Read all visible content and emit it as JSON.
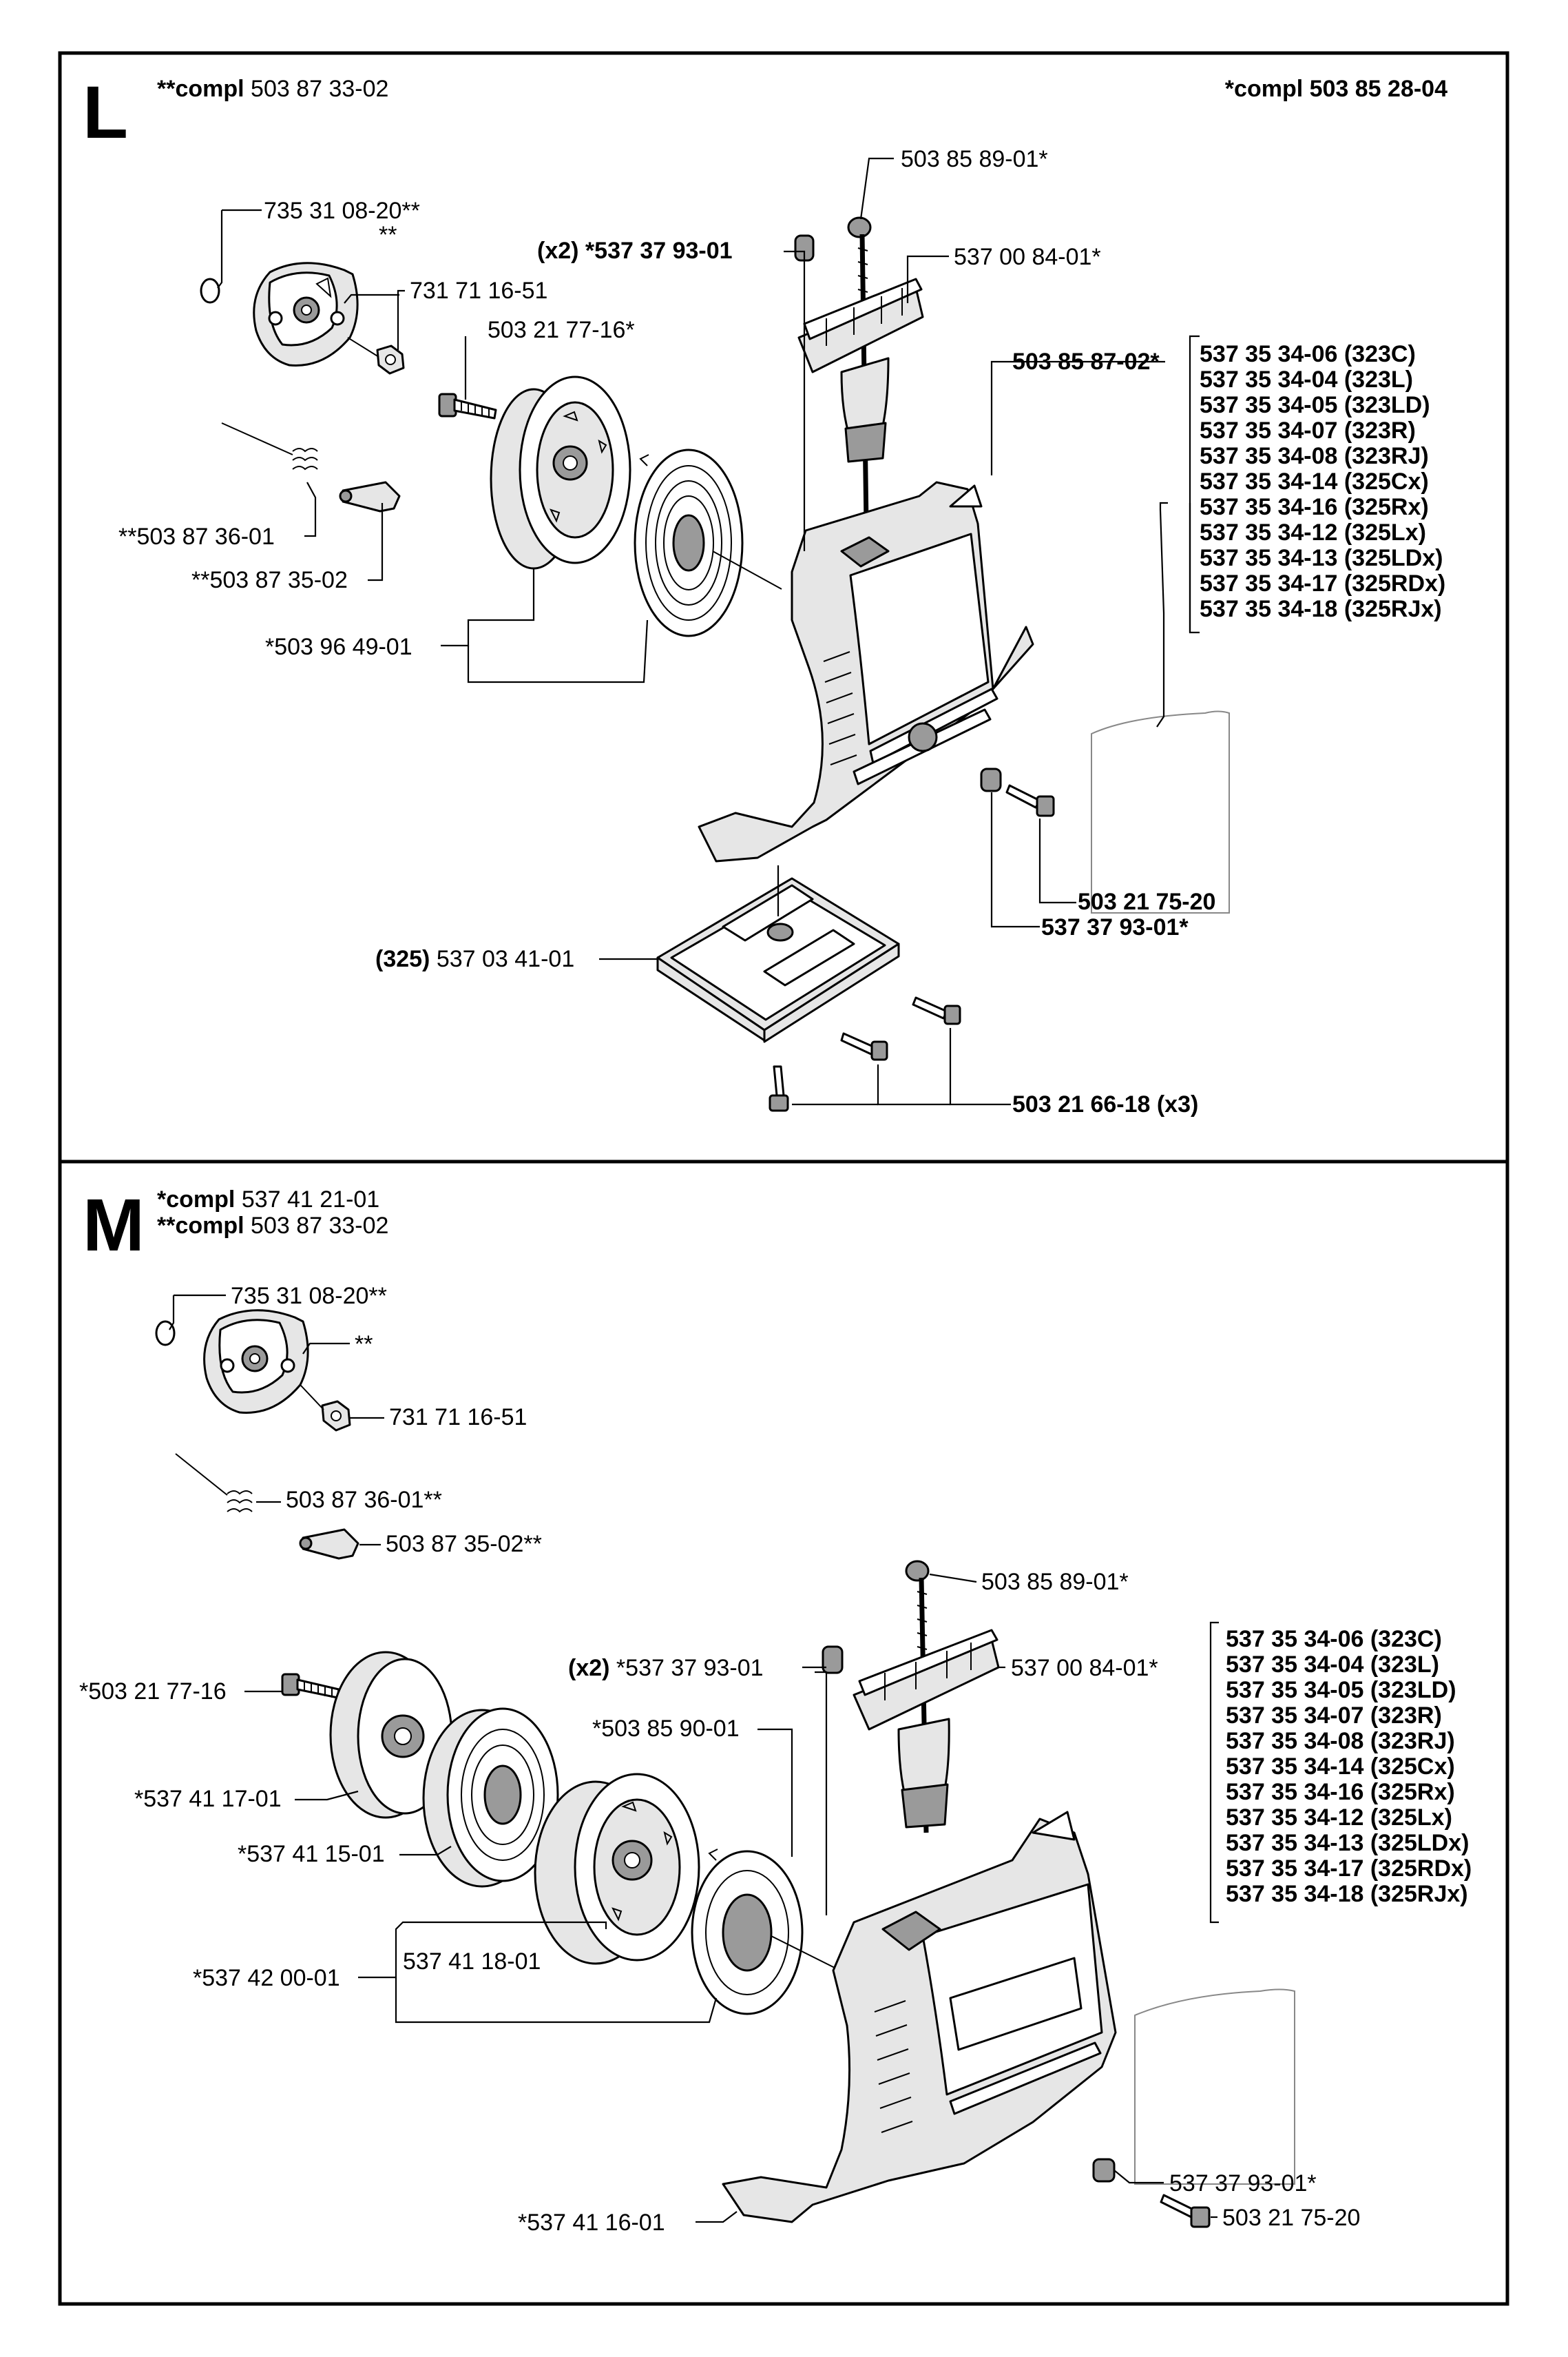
{
  "sections": [
    {
      "letter": "L",
      "compl_left": {
        "prefix": "**compl",
        "number": "503 87 33-02"
      },
      "compl_right": "*compl 503 85 28-04",
      "parts": {
        "circlip": "735 31 08-20**",
        "pawl_plate": "**",
        "nut": "731 71 16-51",
        "screw_center": "503 21 77-16*",
        "spring_small_prefix": "**",
        "spring_small": "503 87 36-01",
        "pawl_prefix": "**",
        "pawl": "503 87 35-02",
        "pulley_kit": "*503 96 49-01",
        "handle_rope": "503 85 89-01*",
        "bush_qty": "(x2)",
        "bush": "*537 37 93-01",
        "handle": "537 00 84-01*",
        "housing": "503 85 87-02*",
        "screw_housing": "503 21 75-20",
        "bush_right": "537 37 93-01*",
        "plate_model": "(325)",
        "plate": "537 03 41-01",
        "screws_plate": "503 21 66-18 (x3)"
      },
      "decals": [
        "537 35 34-06 (323C)",
        "537 35 34-04 (323L)",
        "537 35 34-05 (323LD)",
        "537 35 34-07 (323R)",
        "537 35 34-08 (323RJ)",
        "537 35 34-14 (325Cx)",
        "537 35 34-16 (325Rx)",
        "537 35 34-12 (325Lx)",
        "537 35 34-13 (325LDx)",
        "537 35 34-17 (325RDx)",
        "537 35 34-18 (325RJx)"
      ]
    },
    {
      "letter": "M",
      "compl_lines": [
        {
          "prefix": "*compl",
          "number": "537 41 21-01"
        },
        {
          "prefix": "**compl",
          "number": "503 87 33-02"
        }
      ],
      "parts": {
        "circlip": "735 31 08-20**",
        "pawl_plate": "**",
        "nut": "731 71 16-51",
        "spring_small": "503 87 36-01**",
        "pawl": "503 87 35-02**",
        "handle_rope": "503 85 89-01*",
        "bush_qty": "(x2)",
        "bush": "*537 37 93-01",
        "handle": "537 00 84-01*",
        "screw_center": "*503 21 77-16",
        "spring_guide": "*503 85 90-01",
        "pulley_cover": "*537 41 17-01",
        "spring_cassette": "*537 41 15-01",
        "pulley_kit": "*537 42 00-01",
        "pulley": "537 41 18-01",
        "bush_right": "537 37 93-01*",
        "housing": "*537 41 16-01",
        "screw_housing": "503 21 75-20"
      },
      "decals": [
        "537 35 34-06 (323C)",
        "537 35 34-04 (323L)",
        "537 35 34-05 (323LD)",
        "537 35 34-07 (323R)",
        "537 35 34-08 (323RJ)",
        "537 35 34-14 (325Cx)",
        "537 35 34-16 (325Rx)",
        "537 35 34-12 (325Lx)",
        "537 35 34-13 (325LDx)",
        "537 35 34-17 (325RDx)",
        "537 35 34-18 (325RJx)"
      ]
    }
  ]
}
